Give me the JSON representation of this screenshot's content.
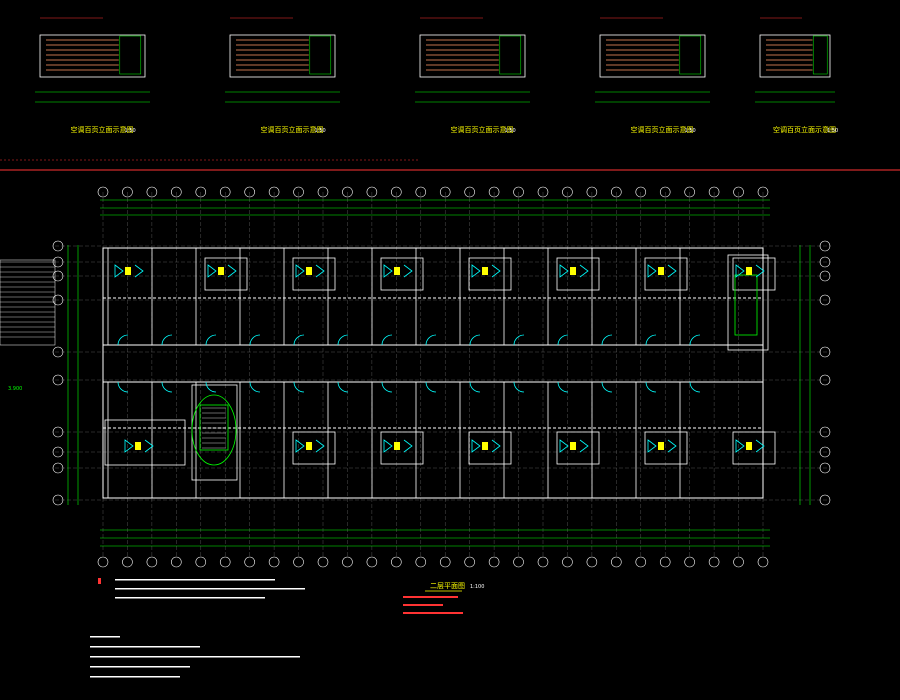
{
  "drawing": {
    "elevation_titles": [
      {
        "title": "空调百页立面示意图",
        "scale": "1:50"
      },
      {
        "title": "空调百页立面示意图",
        "scale": "1:50"
      },
      {
        "title": "空调百页立面示意图",
        "scale": "1:50"
      },
      {
        "title": "空调百页立面示意图",
        "scale": "1:50"
      },
      {
        "title": "空调百页立面示意图",
        "scale": "1:50"
      }
    ],
    "plan_title": "二层平面图",
    "plan_scale": "1:100",
    "level_mark": "3.900"
  },
  "colors": {
    "background": "#000000",
    "wall": "#ffffff",
    "dimension": "#00ff00",
    "axis": "#ffffff",
    "text": "#ffff00",
    "fixture": "#00ffff",
    "note": "#ff3333"
  }
}
